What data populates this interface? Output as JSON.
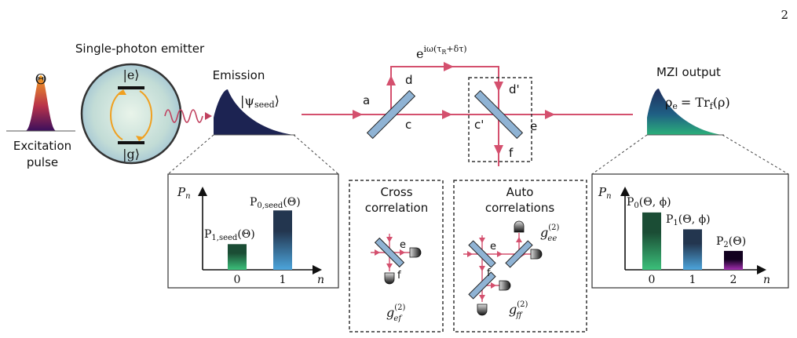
{
  "page_number": "2",
  "labels": {
    "theta": "Θ",
    "excitation_line1": "Excitation",
    "excitation_line2": "pulse",
    "emitter_title": "Single-photon emitter",
    "ket_e": "|e⟩",
    "ket_g": "|g⟩",
    "emission_title": "Emission",
    "psi_seed": "|ψ",
    "psi_seed_sub": "seed",
    "phase_base": "e",
    "phase_exp": "iω(τ",
    "phase_exp_sub": "R",
    "phase_exp_tail": "+δτ)",
    "mzi_title": "MZI output",
    "rho_e": "ρ",
    "rho_e_sub": "e",
    "rho_rhs": "= Tr",
    "rho_rhs_sub": "f",
    "rho_arg": "(ρ)",
    "port_a": "a",
    "port_c": "c",
    "port_d": "d",
    "port_dp": "d'",
    "port_cp": "c'",
    "port_e": "e",
    "port_f": "f"
  },
  "seed_panel": {
    "y_label": "P",
    "y_label_sub": "n",
    "x_label": "n",
    "ticks": [
      "0",
      "1"
    ],
    "bar_labels": [
      {
        "main": "P",
        "sub": "1,seed",
        "tail": "(Θ)"
      },
      {
        "main": "P",
        "sub": "0,seed",
        "tail": "(Θ)"
      }
    ],
    "values": [
      0.38,
      0.88
    ]
  },
  "cross_panel": {
    "title_line1": "Cross",
    "title_line2": "correlation",
    "port_e": "e",
    "port_f": "f",
    "g_label": "g",
    "g_sup": "(2)",
    "g_sub": "ef"
  },
  "auto_panel": {
    "title_line1": "Auto",
    "title_line2": "correlations",
    "port_e": "e",
    "port_f": "f",
    "g_label_top": "g",
    "g_sup_top": "(2)",
    "g_sub_top": "ee",
    "g_label_bottom": "g",
    "g_sup_bottom": "(2)",
    "g_sub_bottom": "ff"
  },
  "mzi_panel": {
    "y_label": "P",
    "y_label_sub": "n",
    "x_label": "n",
    "ticks": [
      "0",
      "1",
      "2"
    ],
    "bar_labels": [
      {
        "main": "P",
        "sub": "0",
        "tail": "(Θ, ϕ)"
      },
      {
        "main": "P",
        "sub": "1",
        "tail": "(Θ, ϕ)"
      },
      {
        "main": "P",
        "sub": "2",
        "tail": "(Θ)"
      }
    ],
    "values": [
      0.85,
      0.6,
      0.28
    ]
  },
  "colors": {
    "beam": "#d4506e",
    "splitter": "#8fb3d4",
    "emitter_ring": "#f0a020",
    "panel_border": "#333333",
    "bar_green_dark": "#1b4d35",
    "bar_green_light": "#3bc07a",
    "bar_blue_dark": "#23364f",
    "bar_blue_light": "#4ca5dc",
    "bar_purple_dark": "#12001f",
    "bar_purple_light": "#a32eb0"
  }
}
